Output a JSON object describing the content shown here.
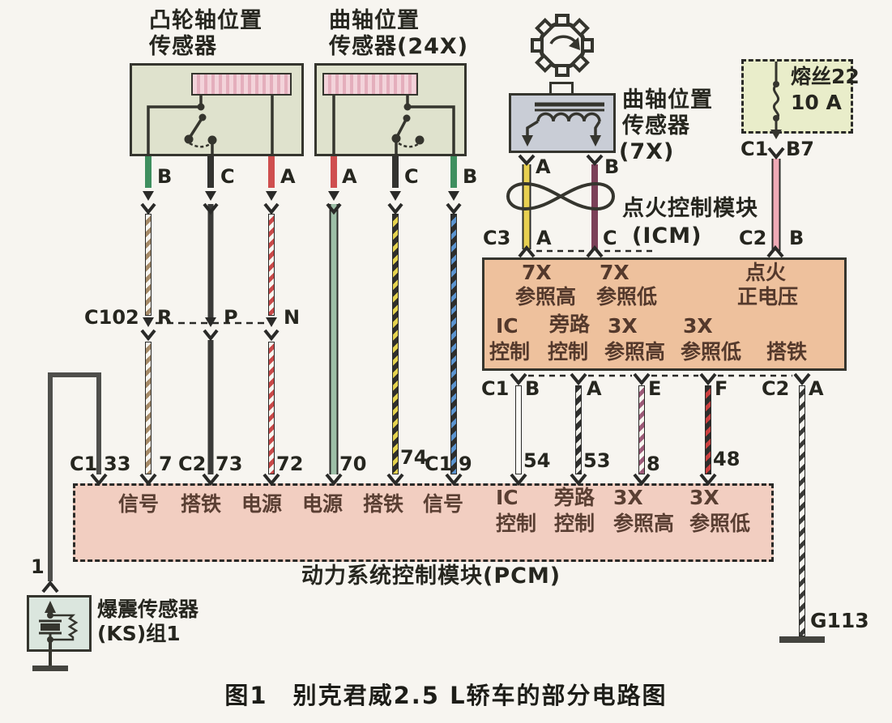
{
  "figure": {
    "caption": "图1　别克君威2.5 L轿车的部分电路图"
  },
  "cam_sensor": {
    "title1": "凸轮轴位置",
    "title2": "传感器",
    "pin_b": "B",
    "pin_c": "C",
    "pin_a": "A"
  },
  "ckp_24x": {
    "title1": "曲轴位置",
    "title2": "传感器(24X)",
    "pin_a": "A",
    "pin_c": "C",
    "pin_b": "B"
  },
  "ckp_7x": {
    "label1": "曲轴位置",
    "label2": "传感器",
    "label3": "(7X)",
    "pin_a": "A",
    "pin_b": "B"
  },
  "fuse": {
    "name": "熔丝22",
    "rating": "10 A",
    "conn": "C1",
    "pin": "B7"
  },
  "c102": {
    "name": "C102",
    "pin_r": "R",
    "pin_p": "P",
    "pin_n": "N"
  },
  "icm": {
    "title1": "点火控制模块",
    "title2": "(ICM)",
    "top_conn_c3": "C3",
    "top_pin_a": "A",
    "top_pin_c": "C",
    "top_conn_c2": "C2",
    "top_pin_b": "B",
    "fn_7x_hi_a": "7X",
    "fn_7x_hi_b": "参照高",
    "fn_7x_lo_a": "7X",
    "fn_7x_lo_b": "参照低",
    "fn_ign_a": "点火",
    "fn_ign_b": "正电压",
    "fn_ic_a": "IC",
    "fn_ic_b": "控制",
    "fn_byp_a": "旁路",
    "fn_byp_b": "控制",
    "fn_3x_hi_a": "3X",
    "fn_3x_hi_b": "参照高",
    "fn_3x_lo_a": "3X",
    "fn_3x_lo_b": "参照低",
    "fn_gnd": "搭铁",
    "bot_conn_c1": "C1",
    "bot_pin_b": "B",
    "bot_pin_a": "A",
    "bot_pin_e": "E",
    "bot_pin_f": "F",
    "bot_conn_c2": "C2",
    "bot_pin_a2": "A"
  },
  "pcm": {
    "caption": "动力系统控制模块(PCM)",
    "conn_c1a": "C1",
    "pin_33": "33",
    "pin_7": "7",
    "conn_c2": "C2",
    "pin_73": "73",
    "pin_72": "72",
    "pin_70": "70",
    "pin_74": "74",
    "conn_c1b": "C1",
    "pin_9": "9",
    "pin_54": "54",
    "pin_53": "53",
    "pin_8": "8",
    "pin_48": "48",
    "fn_sig1": "信号",
    "fn_gnd1": "搭铁",
    "fn_pwr1": "电源",
    "fn_pwr2": "电源",
    "fn_gnd2": "搭铁",
    "fn_sig2": "信号",
    "fn_ic_a": "IC",
    "fn_ic_b": "控制",
    "fn_byp_a": "旁路",
    "fn_byp_b": "控制",
    "fn_3x_hi_a": "3X",
    "fn_3x_hi_b": "参照高",
    "fn_3x_lo_a": "3X",
    "fn_3x_lo_b": "参照低"
  },
  "knock": {
    "pin": "1",
    "label1": "爆震传感器",
    "label2": "(KS)组1"
  },
  "grounds": {
    "g113": "G113"
  },
  "colors": {
    "background": "#f7f5f0",
    "sensor_box_fill": "#dfe2cd",
    "pickup_element_fill": "#eec3ce",
    "sensor_7x_fill": "#c9cdd6",
    "fuse_box_fill": "#e9edca",
    "icm_fill": "#eec19d",
    "pcm_fill": "#f2cec1",
    "knock_fill": "#dbe6de",
    "wire_green": "#3f8f5f",
    "wire_red": "#cf4f4f",
    "wire_black": "#333330",
    "wire_yellow": "#e8d050",
    "wire_maroon": "#7b4058",
    "wire_pink": "#efaab6",
    "wire_sage": "#9dbfa7",
    "stripe_brown": "#a58a68",
    "stripe_red": "#c84848",
    "stripe_yellow": "#e5d34f",
    "stripe_blue": "#5a93cf",
    "stripe_purple": "#9c5a78"
  }
}
